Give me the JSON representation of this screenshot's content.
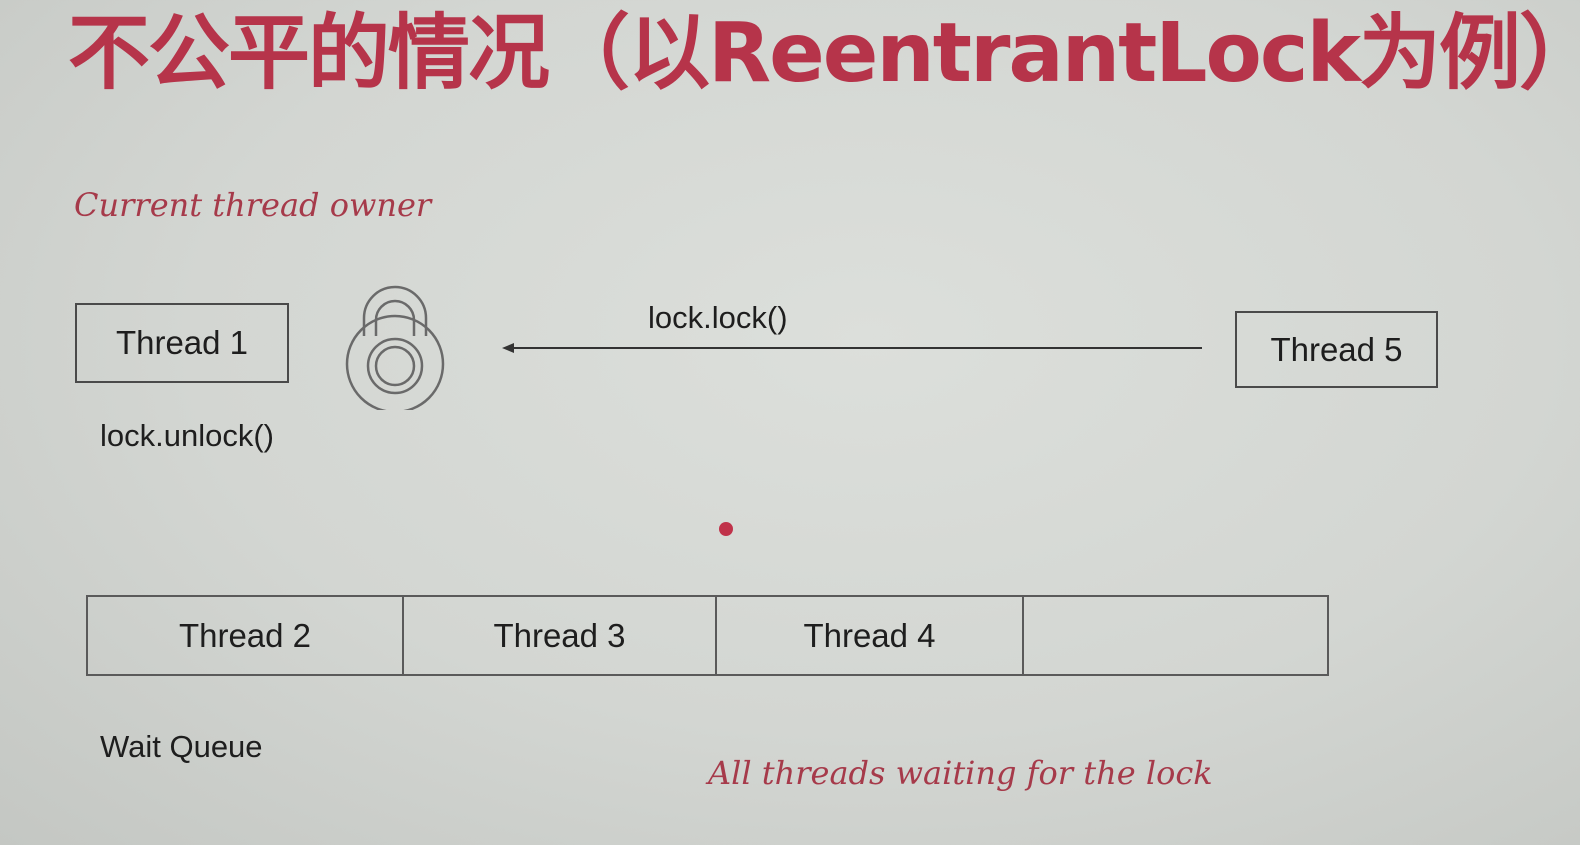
{
  "title": "不公平的情况（以ReentrantLock为例）",
  "owner_note": "Current thread owner",
  "owner_thread": "Thread 1",
  "unlock_call": "lock.unlock()",
  "lock_call": "lock.lock()",
  "requester_thread": "Thread 5",
  "wait_queue": {
    "label": "Wait Queue",
    "slots": [
      "Thread 2",
      "Thread 3",
      "Thread 4",
      ""
    ],
    "note": "All threads waiting for the lock"
  },
  "colors": {
    "accent": "#b6344a",
    "annotation": "#a63a4a",
    "line": "#4a4a4a"
  },
  "icons": {
    "lock": "padlock-icon",
    "arrow": "left-arrow"
  }
}
